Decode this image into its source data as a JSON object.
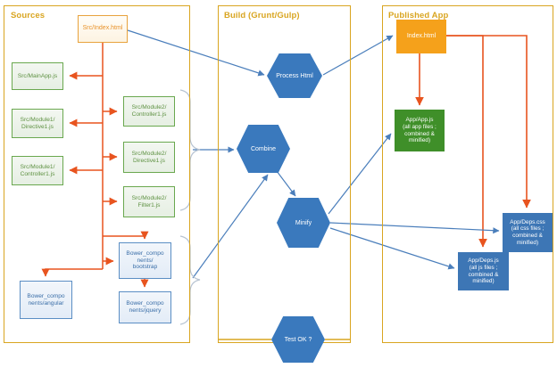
{
  "diagram": {
    "type": "flow-diagram",
    "title_visible": false,
    "containers": [
      {
        "id": "sources",
        "title": "Sources",
        "color": "#d9a520"
      },
      {
        "id": "build",
        "title": "Build (Grunt/Gulp)",
        "color": "#d9a520"
      },
      {
        "id": "published",
        "title": "Published App",
        "color": "#d9a520"
      }
    ],
    "colors": {
      "container_border": "#d9a520",
      "source_html_border": "#e8a33d",
      "source_js_border": "#6aa84f",
      "bower_border": "#5b8ec4",
      "process_hex_fill": "#3a79bd",
      "published_html_fill": "#f5a11b",
      "published_app_fill": "#3f8f29",
      "published_deps_fill": "#3d76b5",
      "arrow_orange": "#e8541f",
      "arrow_blue": "#4a7ebb"
    },
    "nodes": {
      "src_index": {
        "label": "Src/Index.html"
      },
      "src_mainapp": {
        "label": "Src/MainApp.js"
      },
      "src_m1_directive": {
        "line1": "Src/Module1/",
        "line2": "Directive1.js"
      },
      "src_m1_controller": {
        "line1": "Src/Module1/",
        "line2": "Controller1.js"
      },
      "src_m2_controller": {
        "line1": "Src/Module2/",
        "line2": "Controller1.js"
      },
      "src_m2_directive": {
        "line1": "Src/Module2/",
        "line2": "Directive1.js"
      },
      "src_m2_filter": {
        "line1": "Src/Module2/",
        "line2": "Filter1.js"
      },
      "bower_bootstrap": {
        "line1": "Bower_compo",
        "line2": "nents/",
        "line3": "bootstrap"
      },
      "bower_jquery": {
        "line1": "Bower_compo",
        "line2": "nents/jquery"
      },
      "bower_angular": {
        "line1": "Bower_compo",
        "line2": "nents/angular"
      },
      "process_html": {
        "label": "Process Html"
      },
      "combine": {
        "label": "Combine"
      },
      "minify": {
        "label": "Minify"
      },
      "test_ok": {
        "label": "Test OK ?"
      },
      "pub_index": {
        "label": "Index.html"
      },
      "pub_appjs": {
        "line1": "App/App.js",
        "line2": "(all app files ;",
        "line3": "combined &",
        "line4": "minified)"
      },
      "pub_depscss": {
        "line1": "App/Deps.css",
        "line2": "(all css files ;",
        "line3": "combined &",
        "line4": "minified)"
      },
      "pub_depsjs": {
        "line1": "App/Deps.js",
        "line2": "(all js files ;",
        "line3": "combined &",
        "line4": "minified)"
      }
    }
  }
}
